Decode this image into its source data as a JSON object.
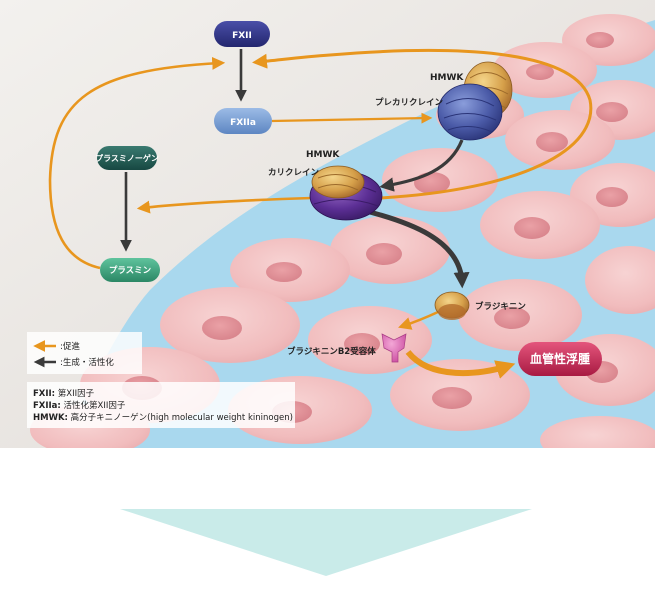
{
  "nodes": {
    "fxii": "FXII",
    "fxiia": "FXIIa",
    "plasminogen": "プラスミノーゲン",
    "plasmin": "プラスミン",
    "hmwk_top": "HMWK",
    "prekallikrein": "プレカリクレイン",
    "hmwk_mid": "HMWK",
    "kallikrein": "カリクレイン",
    "bradykinin": "ブラジキニン",
    "receptor": "ブラジキニンB2受容体",
    "angioedema": "血管性浮腫"
  },
  "legend": {
    "promote": ":促進",
    "generate": ":生成・活性化"
  },
  "abbreviations": [
    {
      "key": "FXII:",
      "text": " 第XII因子"
    },
    {
      "key": "FXIIa:",
      "text": " 活性化第XII因子"
    },
    {
      "key": "HMWK:",
      "text": " 高分子キニノーゲン(high molecular weight kininogen)"
    }
  ],
  "colors": {
    "promote_arrow": "#e8961e",
    "generate_arrow": "#3a3a3a",
    "fxii_pill": "#2c2f86",
    "fxiia_pill": "#6f97cf",
    "plasmin_pill": "#2e8d6c",
    "plasminogen_pill": "#1f5a52",
    "angioedema_pill": "#c4234f",
    "down_arrow": "#c9ebe9"
  }
}
